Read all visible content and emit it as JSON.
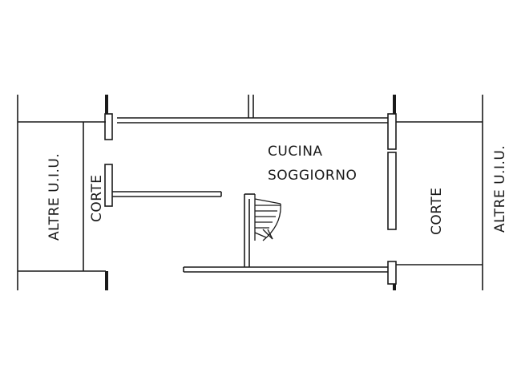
{
  "rooms": {
    "left_units": "ALTRE U.I.U.",
    "left_court": "CORTE",
    "main_room_line1": "CUCINA",
    "main_room_line2": "SOGGIORNO",
    "right_court": "CORTE",
    "right_units": "ALTRE U.I.U."
  },
  "colors": {
    "ink": "#1a1a1a",
    "background": "#ffffff"
  }
}
